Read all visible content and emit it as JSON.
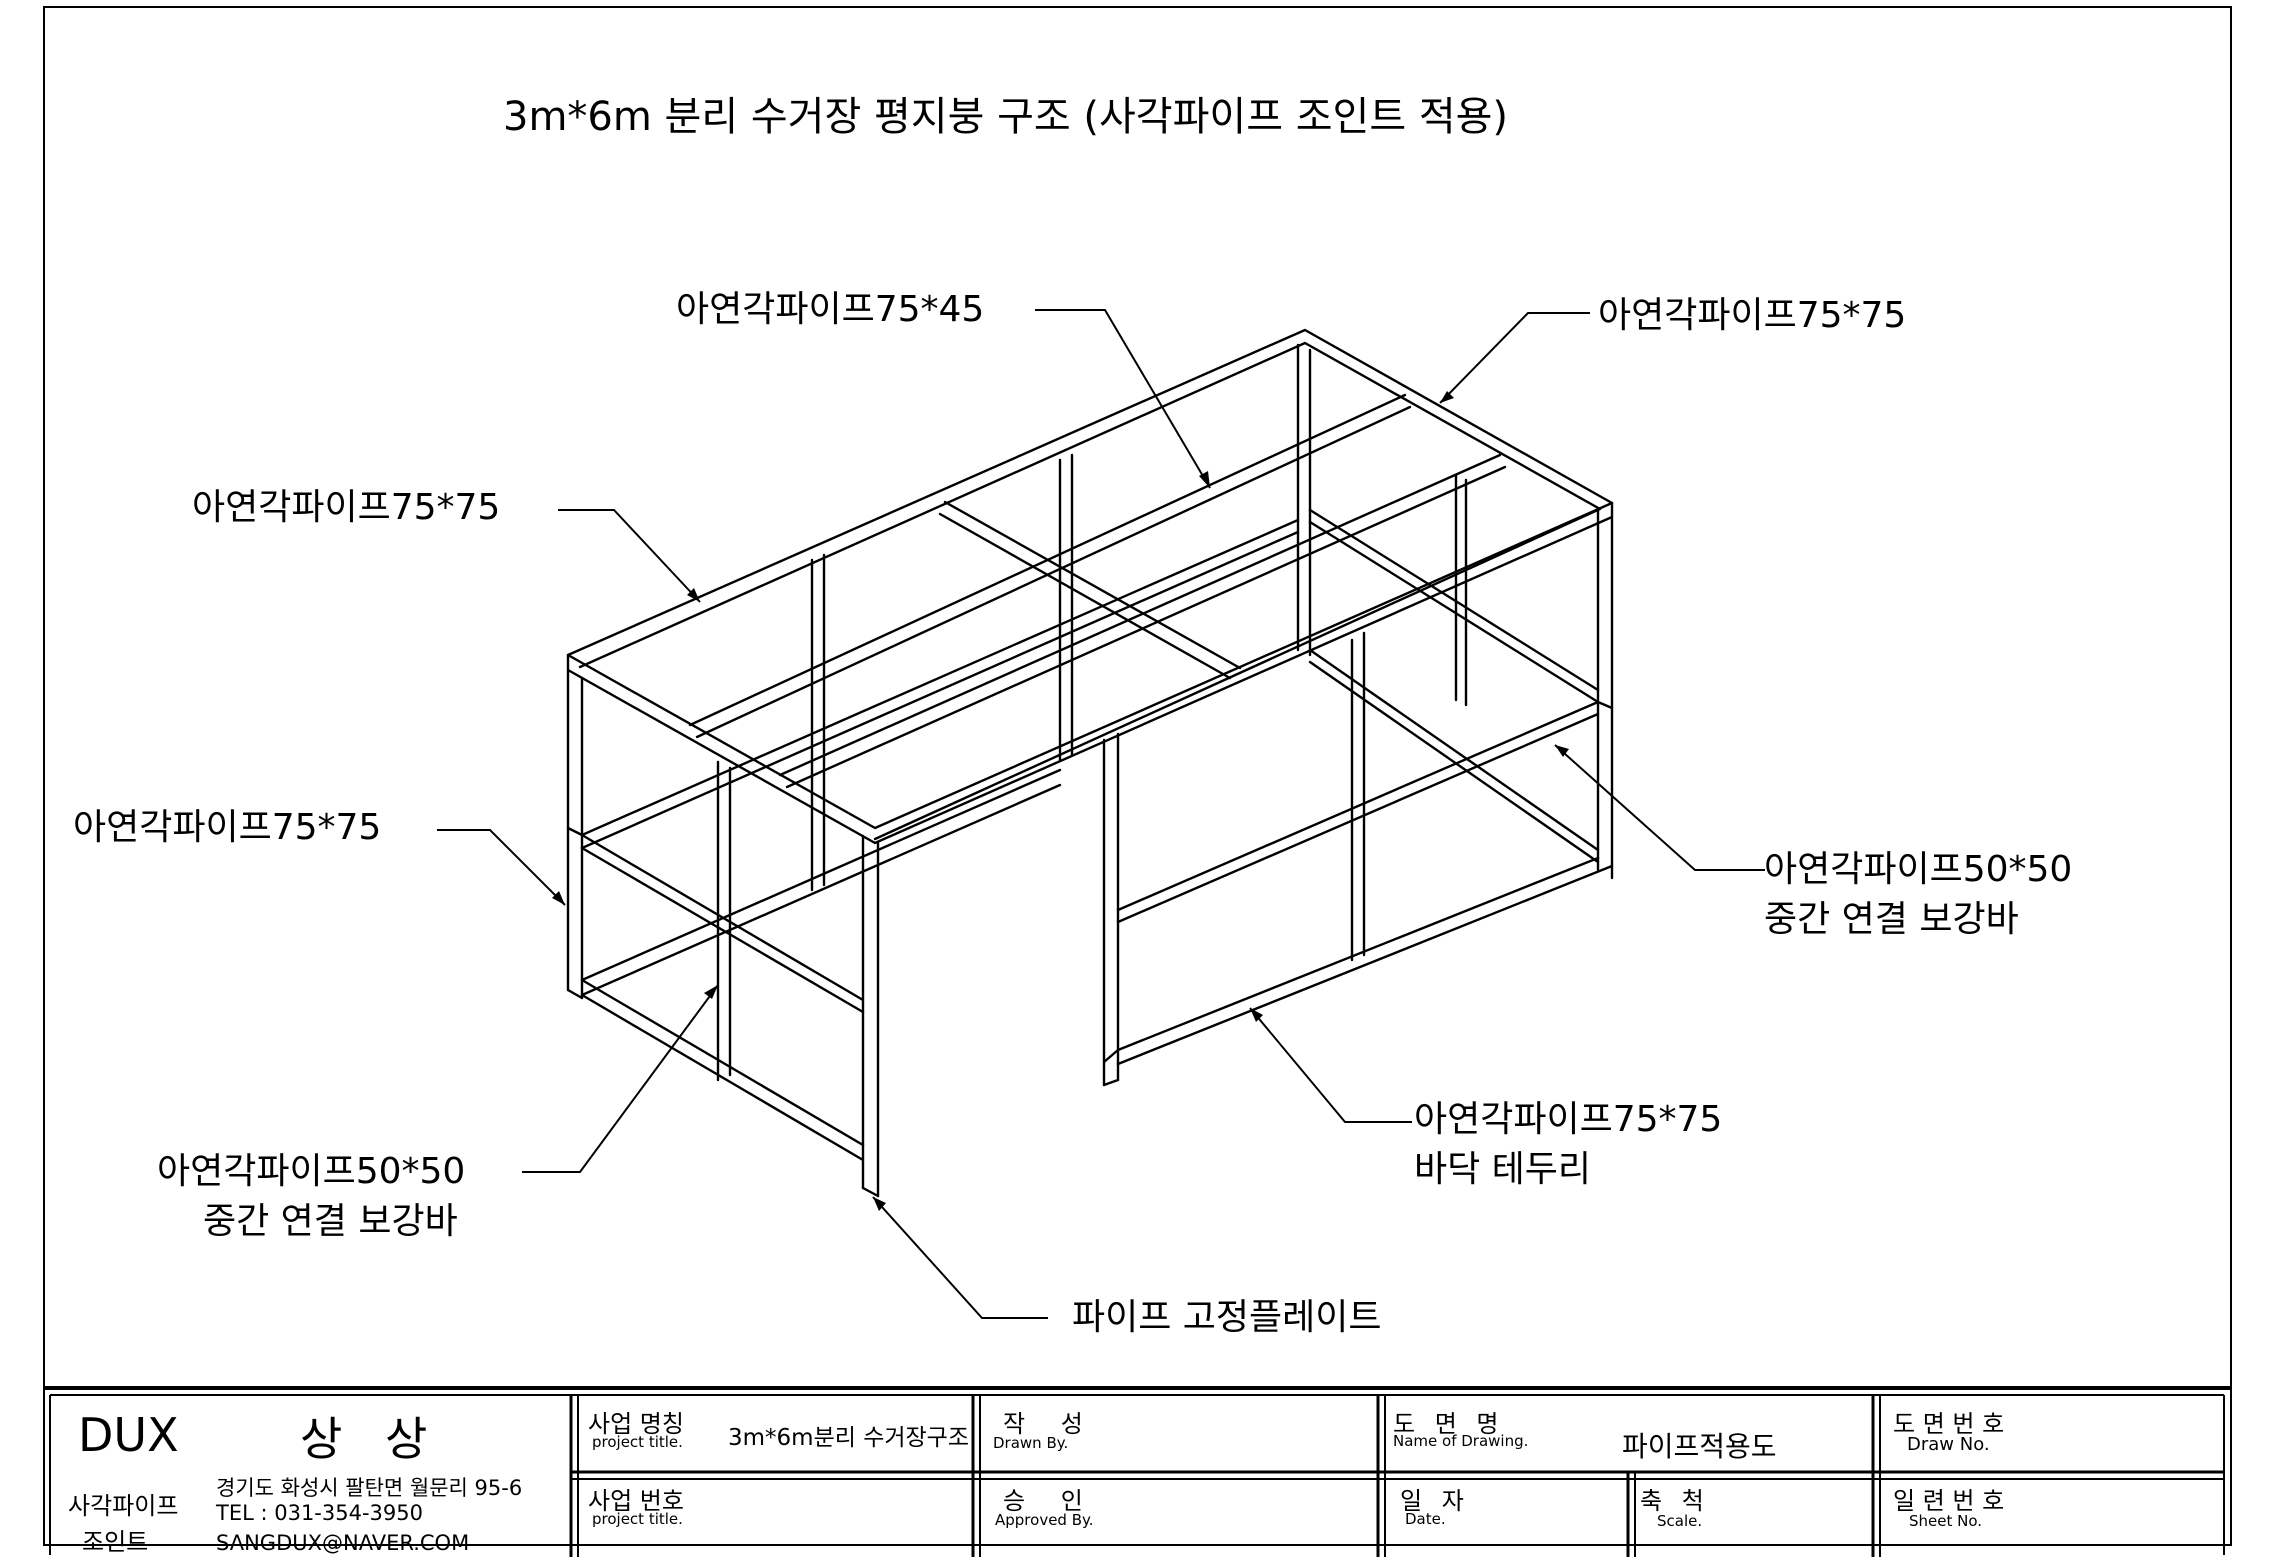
{
  "drawing": {
    "title": "3m*6m 분리 수거장 평지붕 구조  (사각파이프 조인트 적용)",
    "callouts": {
      "roof_purlin": "아연각파이프75*45",
      "roof_right_beam": "아연각파이프75*75",
      "roof_left_beam": "아연각파이프75*75",
      "corner_post": "아연각파이프75*75",
      "right_brace": [
        "아연각파이프50*50",
        "중간 연결 보강바"
      ],
      "left_brace": [
        "아연각파이프50*50",
        "중간 연결 보강바"
      ],
      "bottom_frame": [
        "아연각파이프75*75",
        "바닥 테두리"
      ],
      "base_plate": "파이프 고정플레이트"
    }
  },
  "title_block": {
    "company": {
      "logo": "DUX",
      "name": "상 상",
      "sub_line1": "사각파이프",
      "sub_line2": "조인트",
      "address": "경기도 화성시 팔탄면 월문리 95-6",
      "tel": "TEL : 031-354-3950",
      "email": "SANGDUX@NAVER.COM"
    },
    "project_name": {
      "label_ko": "사업 명칭",
      "label_en": "project title.",
      "value": "3m*6m분리 수거장구조"
    },
    "project_no": {
      "label_ko": "사업 번호",
      "label_en": "project title.",
      "value": ""
    },
    "drawn": {
      "label_ko": "작 성",
      "label_en": "Drawn By.",
      "value": ""
    },
    "approved": {
      "label_ko": "승 인",
      "label_en": "Approved By.",
      "value": ""
    },
    "drawing_name": {
      "label_ko": "도 면 명",
      "label_en": "Name of Drawing.",
      "value": "파이프적용도"
    },
    "date": {
      "label_ko": "일 자",
      "label_en": "Date.",
      "value": ""
    },
    "scale": {
      "label_ko": "축 척",
      "label_en": "Scale.",
      "value": ""
    },
    "drawing_no": {
      "label_ko": "도 면 번 호",
      "label_en": "Draw No.",
      "value": ""
    },
    "sheet_no": {
      "label_ko": "일 련 번 호",
      "label_en": "Sheet No.",
      "value": ""
    }
  }
}
